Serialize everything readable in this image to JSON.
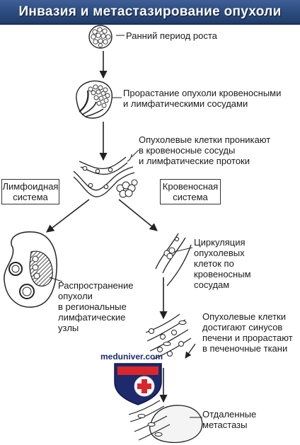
{
  "title": "Инвазия и метастазирование опухоли",
  "steps": {
    "early_growth": "Ранний период роста",
    "vessel_ingrowth": [
      "Прорастание опухоли кровеносными",
      "и лимфатическими сосудами"
    ],
    "cells_penetrate": [
      "Опухолевые клетки проникают",
      "в кровеносные сосуды",
      "и лимфатические протоки"
    ],
    "lymph_box": [
      "Лимфоидная",
      "система"
    ],
    "blood_box": [
      "Кровеносная",
      "система"
    ],
    "circulation": [
      "Циркуляция",
      "опухолевых",
      "клеток по",
      "кровеносным",
      "сосудам"
    ],
    "lymph_spread": [
      "Распространение",
      "опухоли",
      "в региональные",
      "лимфатические",
      "узлы"
    ],
    "liver": [
      "Опухолевые клетки",
      "достигают синусов",
      "печени и прорастают",
      "в печеночные ткани"
    ],
    "distant": [
      "Отдаленные",
      "метастазы"
    ]
  },
  "watermark": "meduniver.com",
  "colors": {
    "title_bg": "#2b4a7e",
    "logo_blue": "#1d2a6b",
    "logo_red": "#d8262c"
  }
}
